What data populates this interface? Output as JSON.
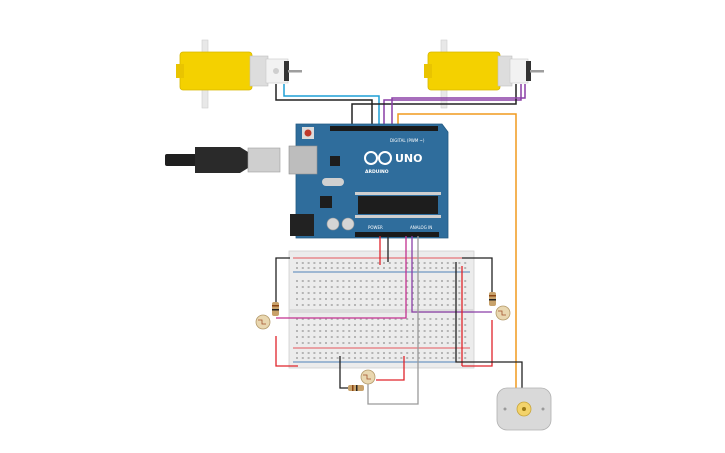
{
  "arduino": {
    "model_label": "UNO",
    "brand_label": "ARDUINO",
    "digital_label": "DIGITAL (PWM ~)",
    "power_label": "POWER",
    "analog_label": "ANALOG IN",
    "board_color": "#2f6d9c"
  },
  "components": {
    "gear_motor_color": "#f4d100",
    "dc_motor_color": "#d9d9d9",
    "breadboard_color": "#ececec"
  },
  "wire_colors": {
    "red": "#e0242b",
    "black": "#222222",
    "orange": "#f19a1e",
    "purple": "#8a3ea6",
    "blue": "#1e9fd6",
    "magenta": "#c2308f",
    "gray": "#9a9a9a",
    "green": "#44a34a"
  },
  "icons": {
    "reset_button": "reset-button-icon",
    "usb_cable": "usb-cable-icon",
    "photoresistor": "photoresistor-icon",
    "resistor": "resistor-icon"
  }
}
